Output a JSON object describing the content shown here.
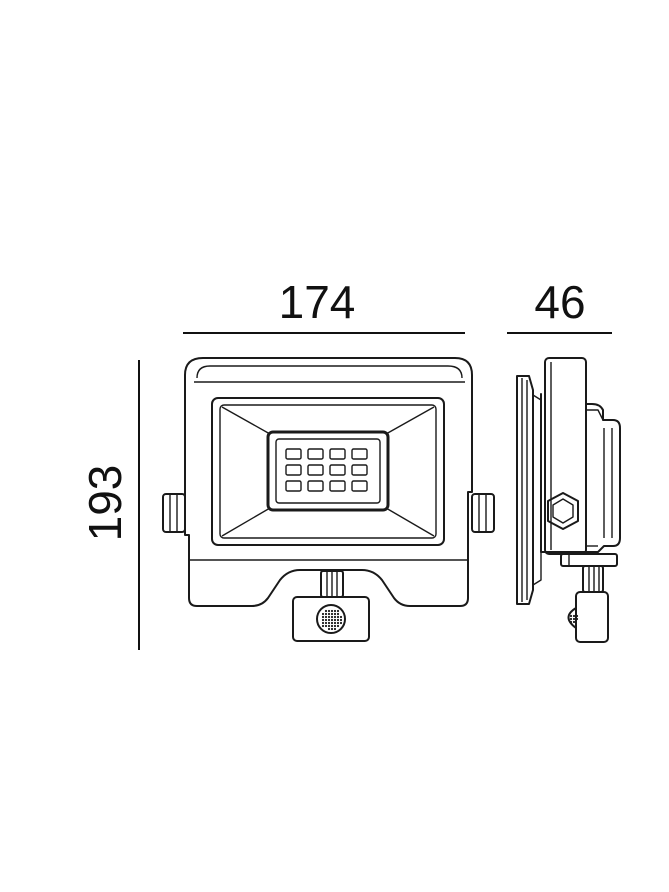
{
  "dimensions": {
    "width": "174",
    "depth": "46",
    "height": "193"
  },
  "colors": {
    "line": "#1a1a1a",
    "background": "#ffffff"
  }
}
